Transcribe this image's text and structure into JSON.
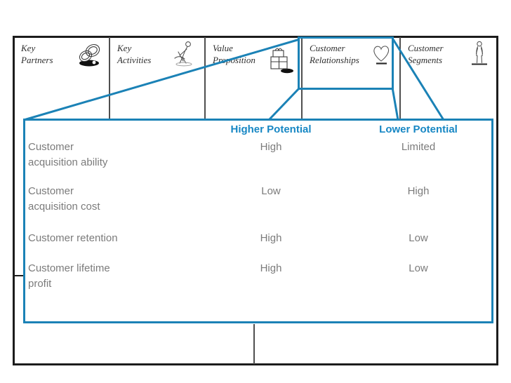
{
  "colors": {
    "accent_blue_text": "#1787c4",
    "accent_blue_line": "#1b82b6",
    "canvas_border": "#1c1c1c",
    "divider_gray": "#4f4f4f",
    "body_text_gray": "#7b7b7b",
    "canvas_label_dark": "#2f2f2f"
  },
  "canvas": {
    "sections": [
      {
        "label": "Key\nPartners",
        "icon": "interlocked-rings-icon"
      },
      {
        "label": "Key\nActivities",
        "icon": "worker-icon"
      },
      {
        "label": "Value\nProposition",
        "icon": "gift-icon"
      },
      {
        "label": "Customer\nRelationships",
        "icon": "heart-icon"
      },
      {
        "label": "Customer\nSegments",
        "icon": "person-icon"
      }
    ]
  },
  "panel": {
    "columns": [
      "Higher Potential",
      "Lower Potential"
    ],
    "rows": [
      {
        "label": "Customer\nacquisition ability",
        "higher": "High",
        "lower": "Limited"
      },
      {
        "label": "Customer\nacquisition cost",
        "higher": "Low",
        "lower": "High"
      },
      {
        "label": "Customer retention",
        "higher": "High",
        "lower": "Low"
      },
      {
        "label": "Customer lifetime\nprofit",
        "higher": "High",
        "lower": "Low"
      }
    ]
  }
}
